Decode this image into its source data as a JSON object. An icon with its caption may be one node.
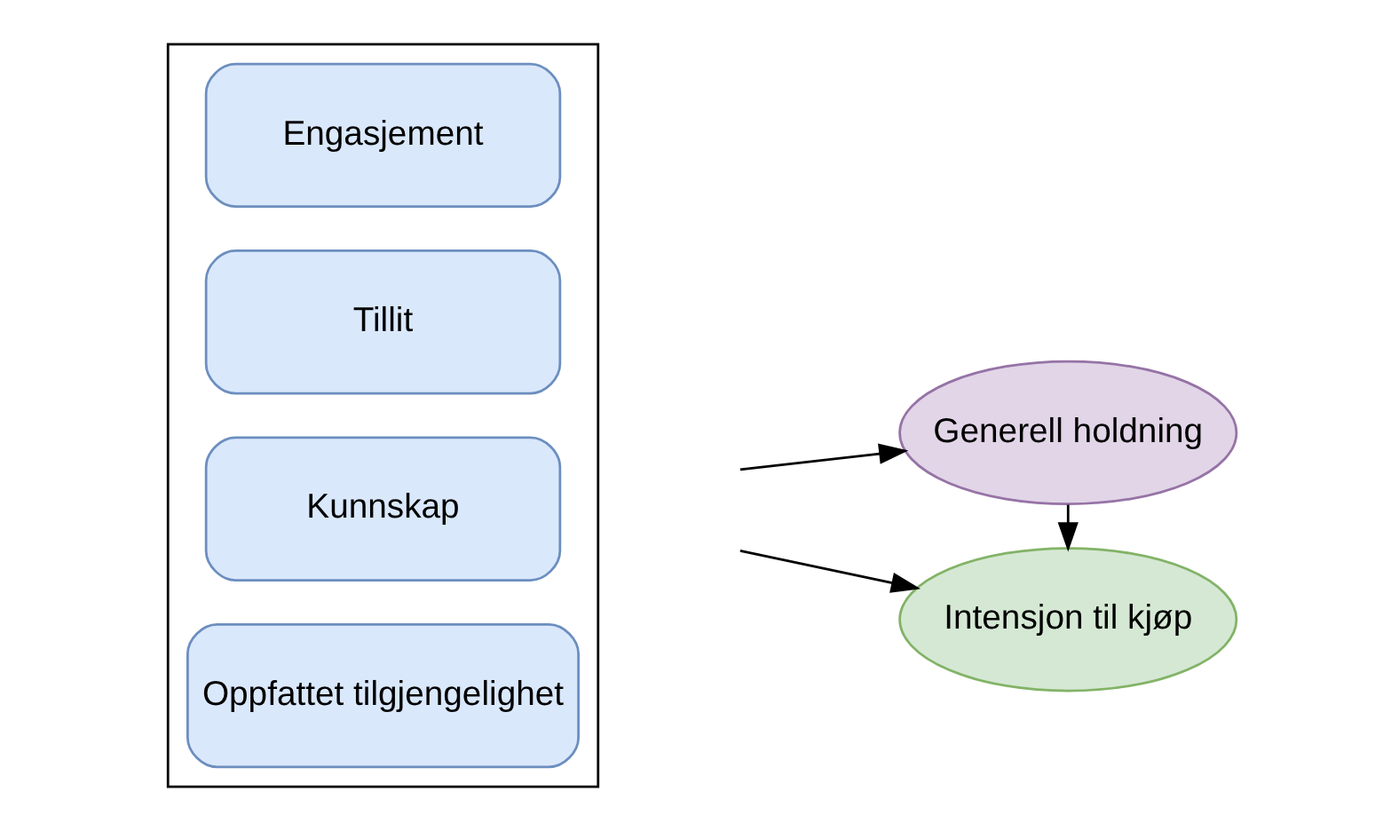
{
  "diagram": {
    "nodes": [
      {
        "text": [],
        "shape": "box"
      },
      {
        "text": [
          "Engasjement"
        ],
        "in": 0
      },
      {
        "text": [
          "Tillit"
        ],
        "in": 0
      },
      {
        "text": [
          "Kunnskap"
        ],
        "in": 0
      },
      {
        "text": [
          "Oppfattet tilgjengelighet"
        ],
        "in": 0
      },
      {
        "text": [
          "Generell holdning"
        ]
      },
      {
        "text": [
          "Intensjon til kjøp"
        ]
      }
    ],
    "edges": [
      {
        "from": null,
        "to": 5,
        "arrow": "to"
      },
      {
        "from": 5,
        "to": 6,
        "arrow": "to"
      },
      {
        "from": null,
        "to": 6,
        "arrow": "to"
      }
    ]
  }
}
